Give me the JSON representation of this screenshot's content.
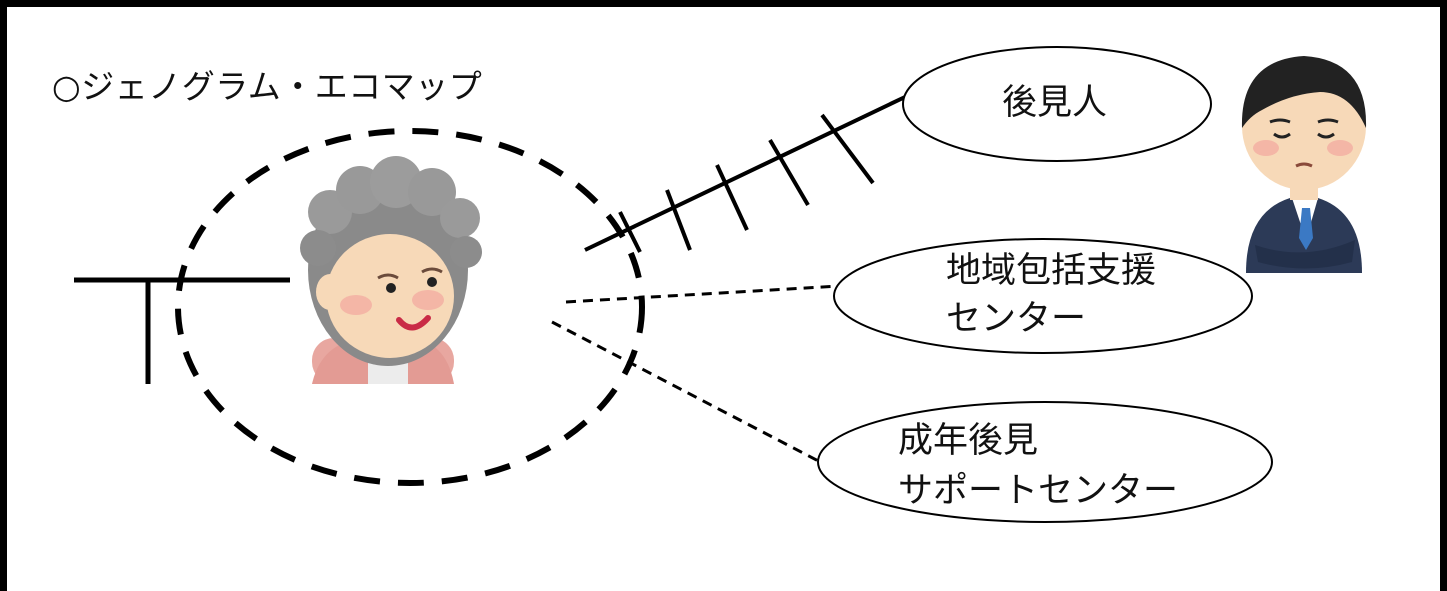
{
  "title": "○ジェノグラム・エコマップ",
  "nodes": {
    "guardian": {
      "label": "後見人"
    },
    "center": {
      "line1": "地域包括支援",
      "line2": "センター"
    },
    "support": {
      "line1": "成年後見",
      "line2": "サポートセンター"
    }
  },
  "icons": {
    "elderly": "elderly-woman-icon",
    "guardian": "businessman-icon"
  },
  "colors": {
    "line": "#000000",
    "hair_gray": "#8a8a8a",
    "skin": "#f7d9b8",
    "cardigan": "#e8a7a0",
    "suit": "#2c3a57",
    "tie": "#3b79c4"
  }
}
